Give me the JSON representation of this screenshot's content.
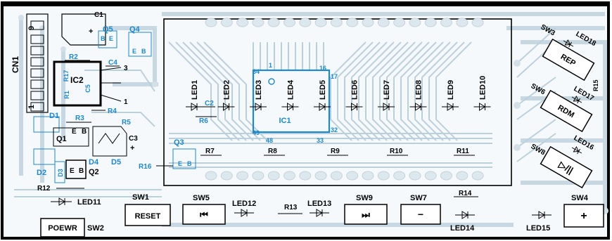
{
  "connectors": {
    "cn1": "CN1",
    "cn1_pin9": "9",
    "cn1_pin1": "1"
  },
  "left_section": {
    "c1": "C1",
    "plus1": "+",
    "q5": "Q5",
    "q5_b": "B",
    "q5_e": "E",
    "q4": "Q4",
    "q4_e": "E",
    "q4_b": "B",
    "r2": "R2",
    "c4": "C4",
    "pin3": "3",
    "r17": "R17",
    "ic2": "IC2",
    "c5": "C5",
    "r1": "R1",
    "pin1": "1",
    "d1": "D1",
    "r3": "R3",
    "r4": "R4",
    "r5": "R5",
    "e_label": "E",
    "b_label": "B",
    "q1": "Q1",
    "c3": "C3",
    "plus3": "+",
    "d4": "D4",
    "d5": "D5",
    "d2": "D2",
    "d3": "D3",
    "q2_e": "E",
    "q2_b": "B",
    "q2": "Q2",
    "r12": "R12"
  },
  "display_section": {
    "pin1": "1",
    "pin16": "16",
    "pin17": "17",
    "pin64": "64",
    "pin49": "49",
    "pin48": "48",
    "pin33": "33",
    "pin32": "32",
    "ic1": "IC1",
    "c2": "C2",
    "r6": "R6",
    "q3": "Q3",
    "q3_e": "E",
    "q3_b": "B",
    "r16": "R16",
    "r7": "R7",
    "r8": "R8",
    "r9": "R9",
    "r10": "R10",
    "r11": "R11",
    "leds": [
      "LED1",
      "LED2",
      "LED3",
      "LED4",
      "LED5",
      "LED6",
      "LED7",
      "LED8",
      "LED9",
      "LED10"
    ]
  },
  "right_section": {
    "sw3": "SW3",
    "led18": "LED18",
    "rep": "REP",
    "r15": "R15",
    "sw6": "SW6",
    "led17": "LED17",
    "rdm": "RDM",
    "sw8": "SW8",
    "led16": "LED16",
    "playpause": "▷/||"
  },
  "bottom_section": {
    "led11": "LED11",
    "sw1": "SW1",
    "reset": "RESET",
    "sw5": "SW5",
    "sw5_symbol": "⏮",
    "led12": "LED12",
    "r13": "R13",
    "led13": "LED13",
    "sw9": "SW9",
    "sw9_symbol": "⏭",
    "sw7": "SW7",
    "sw7_symbol": "−",
    "r14": "R14",
    "led14": "LED14",
    "led15": "LED15",
    "sw4": "SW4",
    "sw4_symbol": "+",
    "poewr": "POEWR",
    "sw2": "SW2"
  }
}
